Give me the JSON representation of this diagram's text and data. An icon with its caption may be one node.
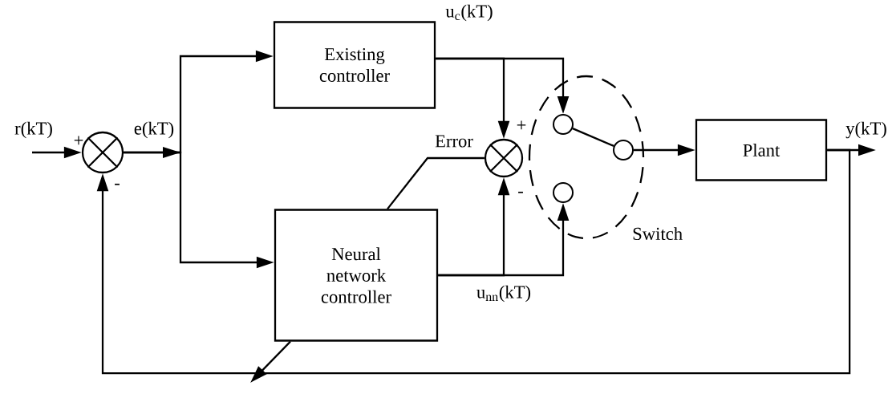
{
  "diagram": {
    "nodes": [
      {
        "text": [],
        "shape": "circle",
        "beside": [
          "+",
          "-"
        ]
      },
      {
        "text": [
          "Existing controller"
        ]
      },
      {
        "text": [
          "Neural network controller"
        ]
      },
      {
        "text": [],
        "shape": "circle",
        "beside": [
          "+",
          "-"
        ]
      },
      {
        "text": [
          "Switch"
        ]
      },
      {
        "text": [],
        "shape": "circle",
        "in": 4
      },
      {
        "text": [],
        "shape": "circle",
        "in": 4
      },
      {
        "text": [],
        "shape": "circle",
        "in": 4
      },
      {
        "text": [
          "Plant"
        ]
      }
    ],
    "edges": [
      {
        "from": null,
        "to": 0,
        "arrow": "to",
        "label": "r(kT)"
      },
      {
        "from": 0,
        "to": 1,
        "arrow": "to",
        "label": "e(kT)"
      },
      {
        "from": 0,
        "to": 2,
        "arrow": "to"
      },
      {
        "from": 1,
        "to": 3,
        "arrow": "to"
      },
      {
        "from": 1,
        "to": 5,
        "arrow": "to",
        "label": "u$_{c}$(kT)"
      },
      {
        "from": 2,
        "to": 3,
        "arrow": "to"
      },
      {
        "from": 2,
        "to": 7,
        "arrow": "to",
        "label": "u$_{nn}$(kT)"
      },
      {
        "from": 2,
        "to": 3,
        "arrow": "none",
        "label": "Error"
      },
      {
        "from": 5,
        "to": 6,
        "arrow": "none"
      },
      {
        "from": 6,
        "to": 8,
        "arrow": "to"
      },
      {
        "from": 8,
        "to": null,
        "arrow": "to",
        "label": "y(kT)"
      },
      {
        "from": 8,
        "to": 0,
        "arrow": "to"
      },
      {
        "from": 2,
        "to": null,
        "arrow": "to"
      }
    ]
  }
}
